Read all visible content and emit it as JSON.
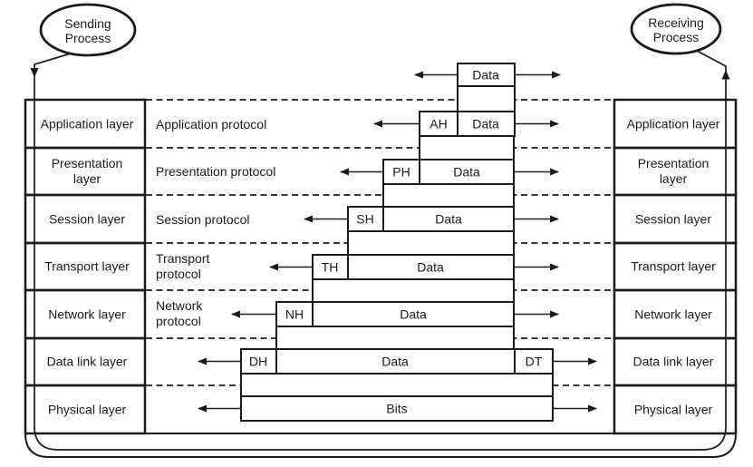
{
  "processes": {
    "sending": "Sending Process",
    "receiving": "Receiving Process"
  },
  "layers": {
    "left": [
      "Application layer",
      "Presentation layer",
      "Session layer",
      "Transport layer",
      "Network layer",
      "Data link layer",
      "Physical layer"
    ],
    "right": [
      "Application layer",
      "Presentation layer",
      "Session layer",
      "Transport layer",
      "Network layer",
      "Data link layer",
      "Physical layer"
    ]
  },
  "protocols": [
    "Application protocol",
    "Presentation protocol",
    "Session protocol",
    "Transport protocol",
    "Network protocol"
  ],
  "pdus": {
    "top": "Data",
    "rows": [
      {
        "header": "AH",
        "body": "Data"
      },
      {
        "header": "PH",
        "body": "Data"
      },
      {
        "header": "SH",
        "body": "Data"
      },
      {
        "header": "TH",
        "body": "Data"
      },
      {
        "header": "NH",
        "body": "Data"
      },
      {
        "header": "DH",
        "body": "Data",
        "trailer": "DT"
      },
      {
        "body": "Bits"
      }
    ]
  },
  "colors": {
    "line": "#1a1a1a",
    "background": "#ffffff"
  }
}
